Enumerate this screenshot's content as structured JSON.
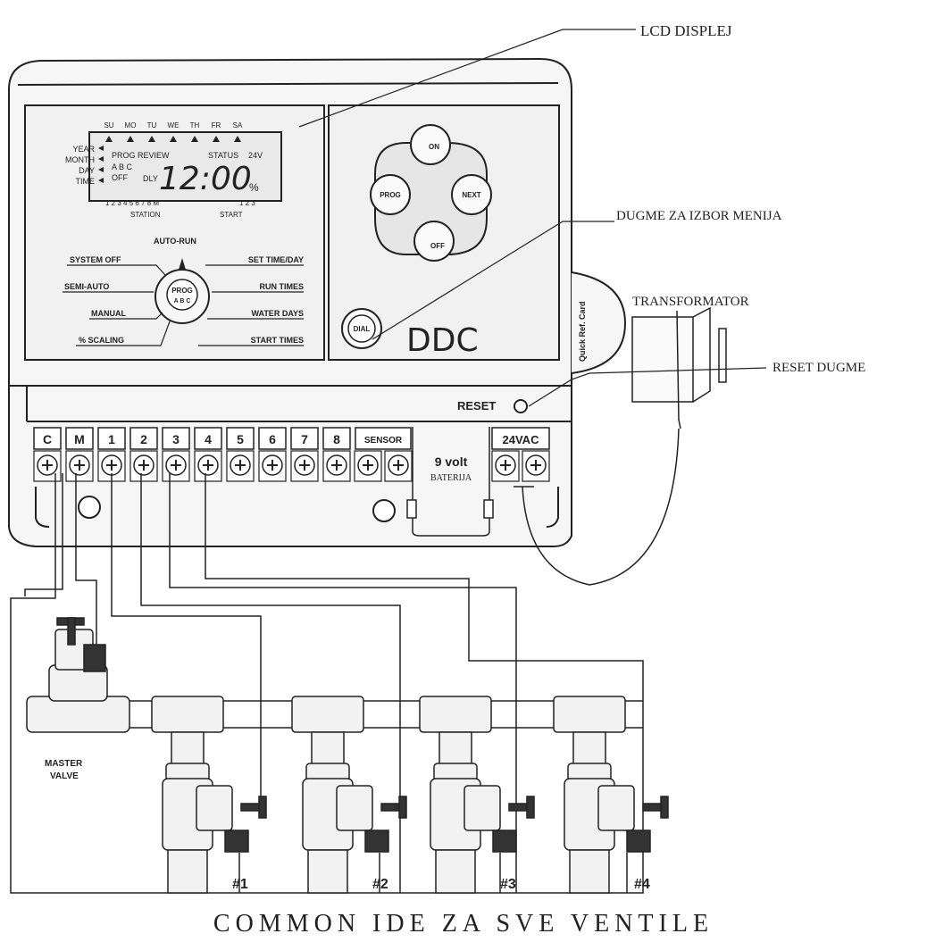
{
  "callouts": {
    "lcd": "LCD DISPLEJ",
    "dial": "DUGME ZA IZBOR MENIJA",
    "transformer": "TRANSFORMATOR",
    "reset": "RESET DUGME"
  },
  "lcd": {
    "days": [
      "SU",
      "MO",
      "TU",
      "WE",
      "TH",
      "FR",
      "SA"
    ],
    "left_labels": [
      "YEAR",
      "MONTH",
      "DAY",
      "TIME"
    ],
    "prog_review": "PROG REVIEW",
    "status": "STATUS",
    "v24": "24V",
    "abc": "A B C",
    "off": "OFF",
    "dly": "DLY",
    "time": "12:00",
    "percent": "%",
    "station_numbers": "1 2 3 4 5 6 7 8 M",
    "start_numbers": "1 2 3",
    "station_label": "STATION",
    "start_label": "START"
  },
  "dial_menu": {
    "auto_run": "AUTO-RUN",
    "left": [
      "SYSTEM OFF",
      "SEMI-AUTO",
      "MANUAL",
      "% SCALING"
    ],
    "right": [
      "SET TIME/DAY",
      "RUN TIMES",
      "WATER DAYS",
      "START TIMES"
    ],
    "center": "PROG",
    "center_sub": "A B C"
  },
  "buttons": {
    "on": "ON",
    "prog": "PROG",
    "next": "NEXT",
    "off": "OFF",
    "dial": "DIAL"
  },
  "brand": "DDC",
  "card": "Quick Ref. Card",
  "reset_label": "RESET",
  "terminals": [
    "C",
    "M",
    "1",
    "2",
    "3",
    "4",
    "5",
    "6",
    "7",
    "8"
  ],
  "sensor": "SENSOR",
  "battery": {
    "volt": "9 volt",
    "label": "BATERIJA"
  },
  "vac": "24VAC",
  "master_valve": "MASTER VALVE",
  "valves": [
    "#1",
    "#2",
    "#3",
    "#4"
  ],
  "caption": "COMMON IDE ZA SVE VENTILE",
  "colors": {
    "ink": "#222222",
    "panel": "#f4f4f4",
    "lcd": "#e9e9e9"
  }
}
